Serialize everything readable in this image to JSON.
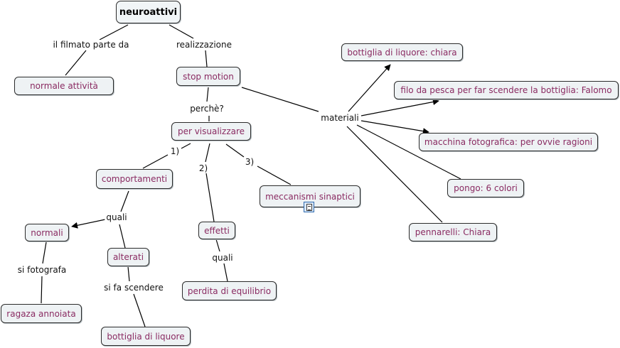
{
  "concept_map": {
    "root": "neuroattivi",
    "nodes": {
      "normale_attivita": "normale attività",
      "stop_motion": "stop motion",
      "per_visualizzare": "per visualizzare",
      "comportamenti": "comportamenti",
      "meccanismi_sinaptici": "meccanismi sinaptici",
      "normali": "normali",
      "alterati": "alterati",
      "effetti": "effetti",
      "ragaza_annoiata": "ragaza annoiata",
      "bottiglia_di_liquore": "bottiglia di liquore",
      "perdita_di_equilibrio": "perdita di equilibrio",
      "bottiglia_chiara": "bottiglia di liquore: chiara",
      "filo_da_pesca": "filo da pesca per far scendere la bottiglia: Falomo",
      "macchina_fotografica": "macchina fotografica: per ovvie ragioni",
      "pongo": "pongo: 6 colori",
      "pennarelli": "pennarelli: Chiara"
    },
    "link_labels": {
      "il_filmato_parte_da": "il filmato parte da",
      "realizzazione": "realizzazione",
      "perche": "perchè?",
      "materiali": "materiali",
      "one": "1)",
      "two": "2)",
      "three": "3)",
      "quali_comportamenti": "quali",
      "quali_effetti": "quali",
      "si_fotografa": "si fotografa",
      "si_fa_scendere": "si fa scendere"
    },
    "icons": {
      "resource": "document-icon"
    }
  }
}
